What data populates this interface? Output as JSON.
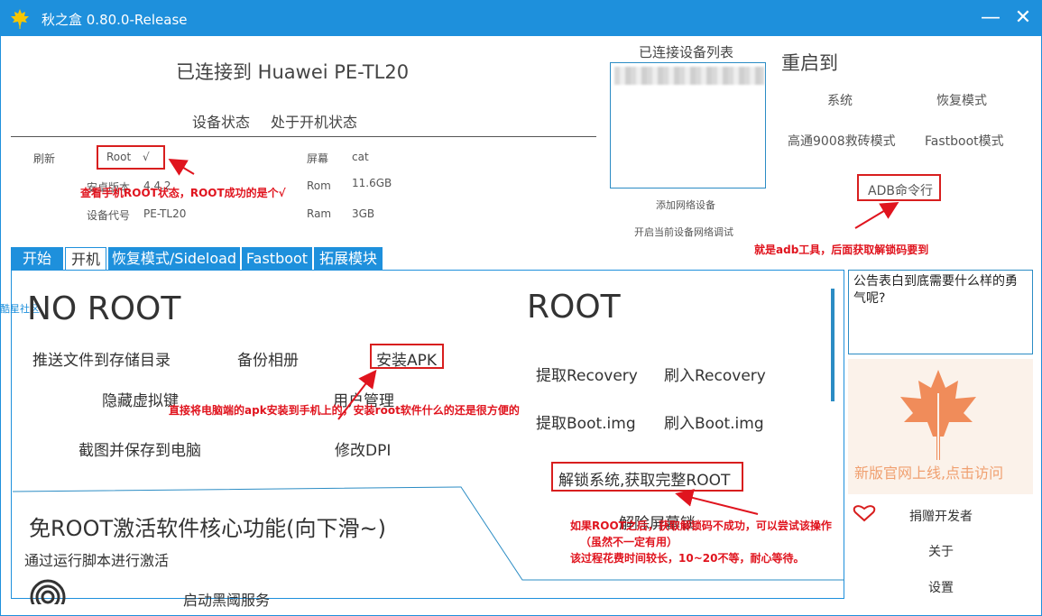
{
  "window": {
    "title": "秋之盒   0.80.0-Release"
  },
  "device": {
    "connected_title": "已连接到 Huawei PE-TL20",
    "status_label": "设备状态",
    "status_value": "处于开机状态",
    "refresh": "刷新",
    "root_label": "Root",
    "root_value": "√",
    "android_version_label": "安卓版本",
    "android_version_value": "4.4.2",
    "codename_label": "设备代号",
    "codename_value": "PE-TL20",
    "screen_label": "屏幕",
    "screen_value": "cat",
    "rom_label": "Rom",
    "rom_value": "11.6GB",
    "ram_label": "Ram",
    "ram_value": "3GB"
  },
  "device_list": {
    "title": "已连接设备列表",
    "add_network": "添加网络设备",
    "enable_network_debug": "开启当前设备网络调试"
  },
  "reboot": {
    "title": "重启到",
    "system": "系统",
    "recovery": "恢复模式",
    "qualcomm_9008": "高通9008救砖模式",
    "fastboot": "Fastboot模式",
    "adb_cmd": "ADB命令行"
  },
  "tabs": [
    "开始",
    "开机",
    "恢复模式/Sideload",
    "Fastboot",
    "拓展模块"
  ],
  "panel": {
    "side_link": "酷星社区",
    "no_root_title": "NO ROOT",
    "root_title": "ROOT",
    "push_file": "推送文件到存储目录",
    "backup_photos": "备份相册",
    "install_apk": "安装APK",
    "hide_keys": "隐藏虚拟键",
    "user_manage": "用户管理",
    "screenshot": "截图并保存到电脑",
    "modify_dpi": "修改DPI",
    "extract_recovery": "提取Recovery",
    "flash_recovery": "刷入Recovery",
    "extract_boot": "提取Boot.img",
    "flash_boot": "刷入Boot.img",
    "unlock_system": "解锁系统,获取完整ROOT",
    "unlock_screen": "解除屏幕锁",
    "free_root_title": "免ROOT激活软件核心功能(向下滑~)",
    "free_root_sub": "通过运行脚本进行激活",
    "start_service": "启动黑阈服务"
  },
  "right_panel": {
    "notice": "公告表白到底需要什么样的勇气呢?",
    "promo": "新版官网上线,点击访问",
    "donate": "捐赠开发者",
    "about": "关于",
    "settings": "设置"
  },
  "annotations": {
    "root_note": "查看手机ROOT状态，ROOT成功的是个√",
    "adb_note": "就是adb工具，后面获取解锁码要到",
    "apk_note": "直接将电脑端的apk安装到手机上的，安装root软件什么的还是很方便的",
    "unlock_note_1": "如果ROOT之后，获取解锁码不成功，可以尝试该操作",
    "unlock_note_2": "（虽然不一定有用）",
    "unlock_note_3": "该过程花费时间较长，10~20不等，耐心等待。"
  },
  "colors": {
    "accent": "#1e90dc",
    "annotation": "#e0141e",
    "promo_leaf": "#f08c5a"
  }
}
